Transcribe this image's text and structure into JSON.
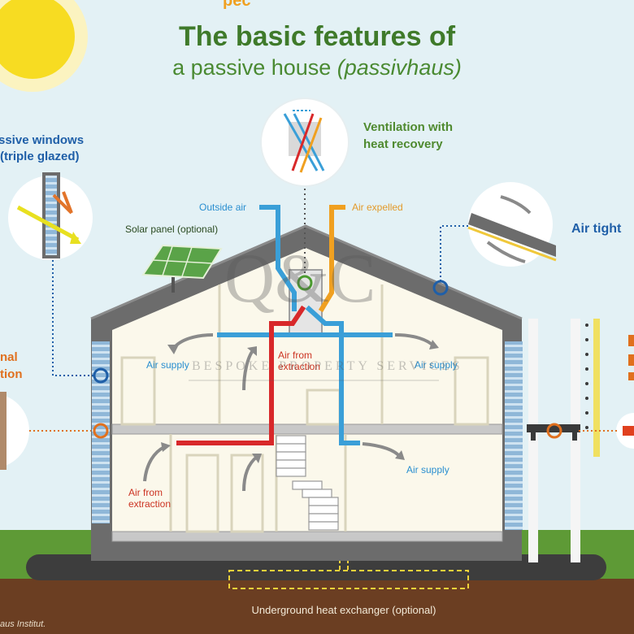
{
  "logo": "pec",
  "title": {
    "line1": "The basic features of",
    "line2_plain": "a passive house ",
    "line2_italic": "(passivhaus)"
  },
  "labels": {
    "windows_1": "ssive windows",
    "windows_2": "(triple glazed)",
    "ventilation_1": "Ventilation with",
    "ventilation_2": "heat recovery",
    "outside_air": "Outside air",
    "air_expelled": "Air expelled",
    "solar_panel": "Solar panel (optional)",
    "air_tight": "Air tight",
    "insulation_1": "nal",
    "insulation_2": "tion",
    "air_supply_left": "Air supply",
    "air_supply_right": "Air supply",
    "air_supply_lower": "Air supply",
    "air_from_extraction_upper_1": "Air from",
    "air_from_extraction_upper_2": "extraction",
    "air_from_extraction_lower_1": "Air from",
    "air_from_extraction_lower_2": "extraction",
    "underground": "Underground heat exchanger (optional)",
    "credit": "aus Institut."
  },
  "watermark": {
    "monogram": "Q&C",
    "tagline": "BESPOKE PROPERTY SERVICES"
  },
  "colors": {
    "background": "#e3f1f5",
    "sun": "#f7dc22",
    "grass": "#5e9a36",
    "soil": "#6b3e22",
    "house_frame": "#6c6c6c",
    "wall_fill": "#fbf8eb",
    "supply_duct": "#3a9fd8",
    "extract_duct": "#d8282a",
    "expelled_duct": "#f0a020",
    "title_green": "#3f7a2a",
    "label_blue": "#1f5fa8"
  }
}
